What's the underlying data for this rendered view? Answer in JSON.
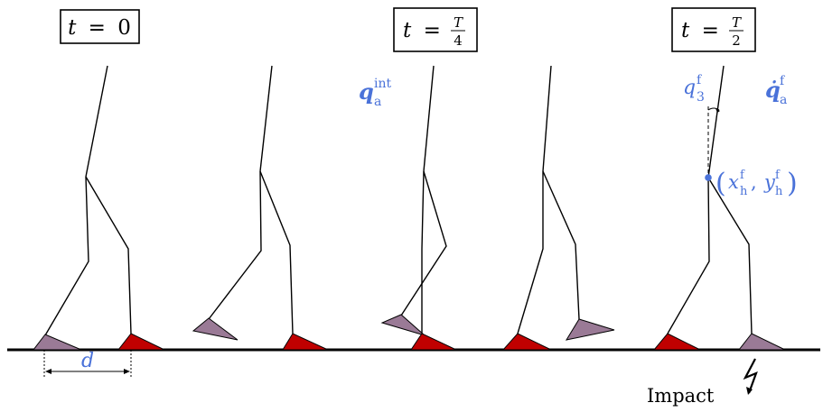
{
  "time_labels": {
    "t0": {
      "var": "t",
      "eq": "=",
      "val": "0"
    },
    "tq": {
      "var": "t",
      "eq": "=",
      "num": "T",
      "den": "4"
    },
    "th": {
      "var": "t",
      "eq": "=",
      "num": "T",
      "den": "2"
    }
  },
  "annotations": {
    "q_int": {
      "base": "q",
      "sub": "a",
      "sup": "int"
    },
    "q3f": {
      "base": "q",
      "sub": "3",
      "sup": "f"
    },
    "qdot_f": {
      "base": "q̇",
      "sub": "a",
      "sup": "f"
    },
    "hip_pos": {
      "open": "(",
      "x": "x",
      "x_sub": "h",
      "x_sup": "f",
      "comma": ",",
      "y": "y",
      "y_sub": "h",
      "y_sup": "f",
      "close": ")"
    },
    "d": "d",
    "impact": "Impact"
  },
  "colors": {
    "stance_foot": "#c00000",
    "swing_foot": "#9a7a96",
    "annotation": "#4a72d9",
    "ink": "#000000"
  }
}
